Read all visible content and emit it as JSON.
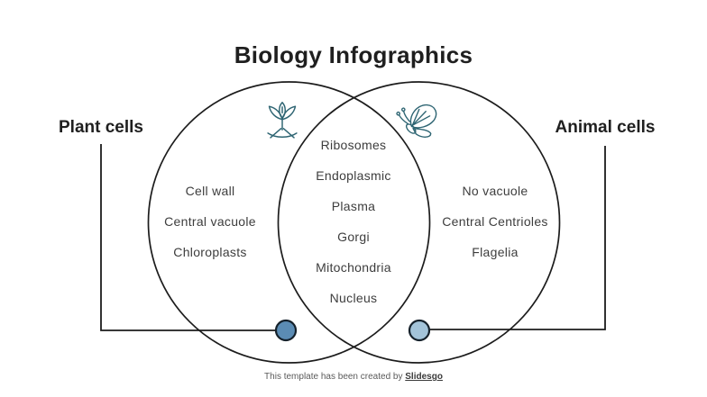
{
  "title": "Biology Infographics",
  "diagram": {
    "left": {
      "label": "Plant cells",
      "icon": "plant-sprout-icon",
      "items": [
        "Cell wall",
        "Central vacuole",
        "Chloroplasts"
      ]
    },
    "shared": {
      "items": [
        "Ribosomes",
        "Endoplasmic",
        "Plasma",
        "Gorgi",
        "Mitochondria",
        "Nucleus"
      ]
    },
    "right": {
      "label": "Animal cells",
      "icon": "butterfly-icon",
      "items": [
        "No vacuole",
        "Central Centrioles",
        "Flagelia"
      ]
    }
  },
  "footer": {
    "text": "This template has been created by",
    "brand": "Slidesgo"
  },
  "colors": {
    "outline": "#1c1c1c",
    "body_text": "#3d3d3d",
    "icon_teal": "#2d6472",
    "dot_left": "#5b8cb4",
    "dot_right": "#a3c4da"
  }
}
